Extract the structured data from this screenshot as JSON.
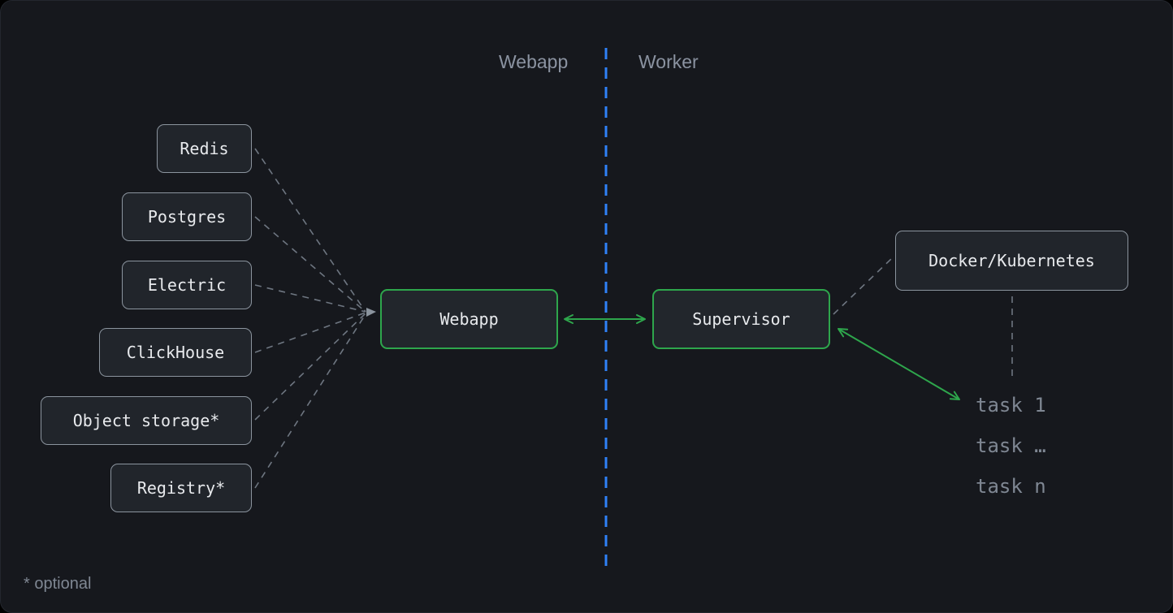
{
  "sections": {
    "webapp_label": "Webapp",
    "worker_label": "Worker"
  },
  "dependencies": [
    {
      "label": "Redis"
    },
    {
      "label": "Postgres"
    },
    {
      "label": "Electric"
    },
    {
      "label": "ClickHouse"
    },
    {
      "label": "Object storage*"
    },
    {
      "label": "Registry*"
    }
  ],
  "nodes": {
    "webapp": {
      "label": "Webapp"
    },
    "supervisor": {
      "label": "Supervisor"
    },
    "runtime": {
      "label": "Docker/Kubernetes"
    }
  },
  "tasks": [
    {
      "label": "task 1"
    },
    {
      "label": "task …"
    },
    {
      "label": "task n"
    }
  ],
  "footnote": "* optional",
  "colors": {
    "canvas_bg": "#16181d",
    "node_bg": "#21252b",
    "node_border_gray": "#8b949e",
    "node_text": "#e8eaed",
    "muted_text": "#7f8793",
    "section_label_text": "#8b93a1",
    "accent_green": "#2ea64c",
    "accent_blue": "#2f81f7",
    "connector_gray": "#6e7681"
  }
}
